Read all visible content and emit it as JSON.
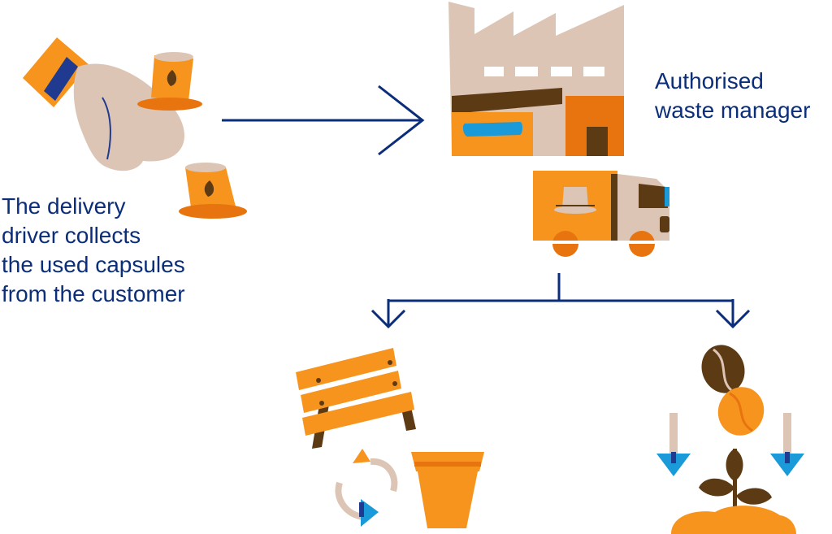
{
  "labels": {
    "driver": [
      "The delivery",
      "driver collects",
      "the used capsules",
      "from the customer"
    ],
    "manager": [
      "Authorised",
      "waste manager"
    ]
  },
  "colors": {
    "orange": "#f7941d",
    "dark_orange": "#e8740f",
    "brown": "#5c3a14",
    "beige": "#dcc5b5",
    "navy": "#0b2e7a",
    "blue": "#1a9ad9",
    "arrow": "#0b2e7a"
  },
  "icons": [
    "hand-with-capsules-icon",
    "factory-icon",
    "delivery-truck-icon",
    "bench-icon",
    "recycle-icon",
    "flower-pot-icon",
    "coffee-bean-icon",
    "plant-sprout-icon"
  ]
}
